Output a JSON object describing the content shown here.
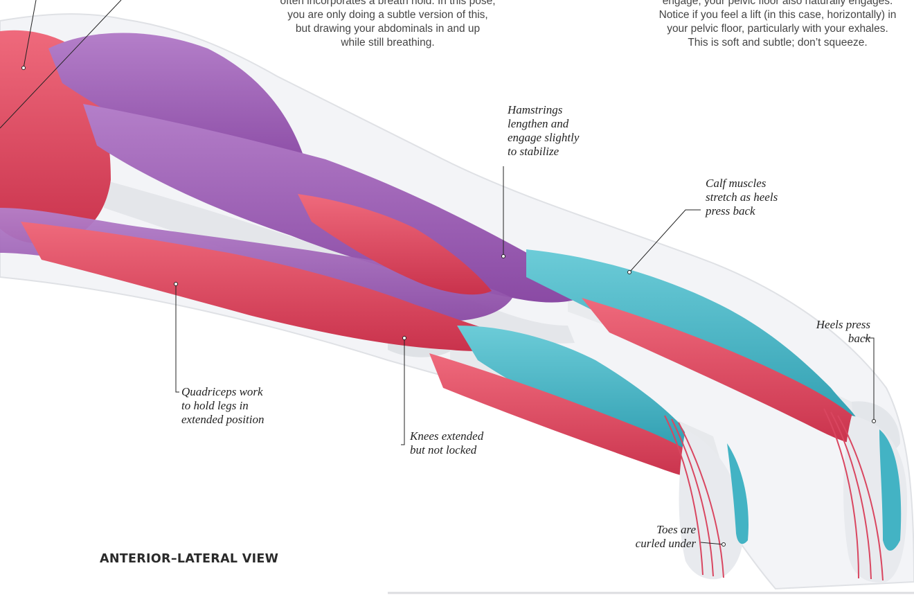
{
  "intro_left": {
    "lines": [
      "often incorporates a breath hold. In this pose,",
      "you are only doing a subtle version of this,",
      "but drawing your abdominals in and up",
      "while still breathing."
    ]
  },
  "intro_right": {
    "lines": [
      "engage, your pelvic floor also naturally engages.",
      "Notice if you feel a lift (in this case, horizontally) in",
      "your pelvic floor, particularly with your exhales.",
      "This is soft and subtle; don’t squeeze."
    ]
  },
  "callouts": {
    "hamstrings": [
      "Hamstrings",
      "lengthen and",
      "engage slightly",
      "to stabilize"
    ],
    "calf": [
      "Calf muscles",
      "stretch as heels",
      "press back"
    ],
    "heels": [
      "Heels press",
      "back"
    ],
    "quadriceps": [
      "Quadriceps work",
      "to hold legs in",
      "extended position"
    ],
    "knees": [
      "Knees extended",
      "but not locked"
    ],
    "toes": [
      "Toes are",
      "curled under"
    ]
  },
  "view_title": "ANTERIOR–LATERAL VIEW",
  "colors": {
    "muscle_red": "#e0465e",
    "muscle_purple": "#9c5cb4",
    "muscle_teal": "#3fb4c4",
    "bone": "#e9eaec",
    "body_outline": "#e6e7ea",
    "leader_line": "#222222"
  }
}
